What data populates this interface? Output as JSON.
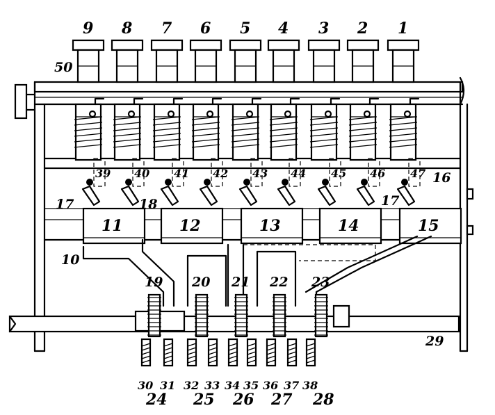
{
  "key_labels": [
    "9",
    "8",
    "7",
    "6",
    "5",
    "4",
    "3",
    "2",
    "1"
  ],
  "pawl_labels": [
    "39",
    "40",
    "41",
    "42",
    "43",
    "44",
    "45",
    "46",
    "47"
  ],
  "block_labels": [
    "11",
    "12",
    "13",
    "14",
    "15"
  ],
  "link_labels": [
    "19",
    "20",
    "21",
    "22",
    "23"
  ],
  "gear_labels": [
    "24",
    "25",
    "26",
    "27",
    "28"
  ],
  "pin_labels": [
    "30",
    "31",
    "32",
    "33",
    "34",
    "35",
    "36",
    "37",
    "38"
  ],
  "frame_labels": {
    "top": "50",
    "left": "10",
    "bar": "16",
    "shaft": "29",
    "spring_left": "17",
    "spring_right": "17",
    "lever": "18"
  }
}
